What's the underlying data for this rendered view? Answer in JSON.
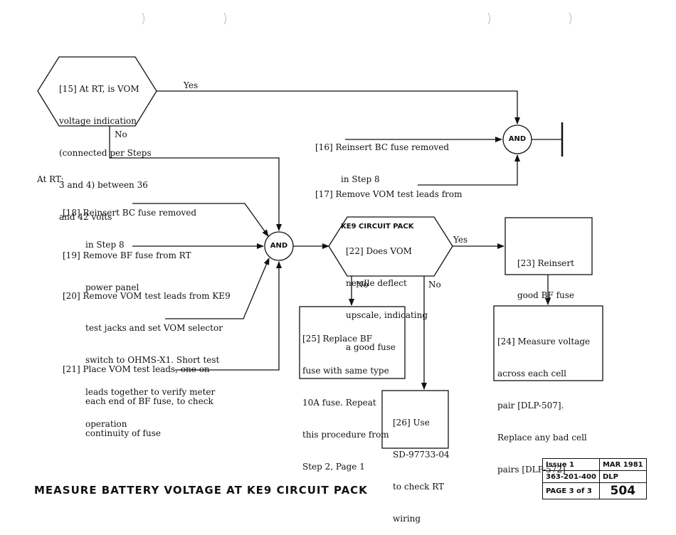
{
  "intro": "At RT:",
  "and_label": "AND",
  "yes_label": "Yes",
  "no_label": "No",
  "steps": {
    "s15": [
      "[15] At RT, is VOM",
      "voltage indication",
      "(connected per Steps",
      "3 and 4) between 36",
      "and 42 volts"
    ],
    "s16": [
      "[16] Reinsert BC fuse removed",
      "in Step 8"
    ],
    "s17": [
      "[17] Remove VOM test leads from",
      "KE9 CIRCUIT PACK"
    ],
    "s18": [
      "[18] Reinsert BC fuse removed",
      "in Step 8"
    ],
    "s19": [
      "[19] Remove BF fuse from RT",
      "power panel"
    ],
    "s20": [
      "[20] Remove VOM test leads from KE9",
      "test jacks and set VOM selector",
      "switch to OHMS-X1. Short test",
      "leads together to verify meter",
      "operation"
    ],
    "s21": [
      "[21] Place VOM test leads, one on",
      "each end of BF fuse, to check",
      "continuity of fuse"
    ],
    "s22": [
      "[22] Does VOM",
      "needle deflect",
      "upscale, indicating",
      "a good fuse"
    ],
    "s23": [
      "[23] Reinsert",
      "good BF fuse"
    ],
    "s24": [
      "[24] Measure voltage",
      "across each cell",
      "pair [DLP-507].",
      "Replace any bad cell",
      "pairs [DLP-572]"
    ],
    "s25": [
      "[25] Replace BF",
      "fuse with same type",
      "10A fuse. Repeat",
      "this procedure from",
      "Step 2, Page 1"
    ],
    "s26": [
      "[26] Use",
      "SD-97733-04",
      "to check RT",
      "wiring"
    ]
  },
  "title": "MEASURE BATTERY VOLTAGE AT KE9 CIRCUIT PACK",
  "issue_block": {
    "issue": "Issue 1",
    "date": "MAR 1981",
    "doc_number": "363-201-400",
    "dlp_label": "DLP",
    "page": "PAGE 3 of 3",
    "dlp_number": "504"
  }
}
